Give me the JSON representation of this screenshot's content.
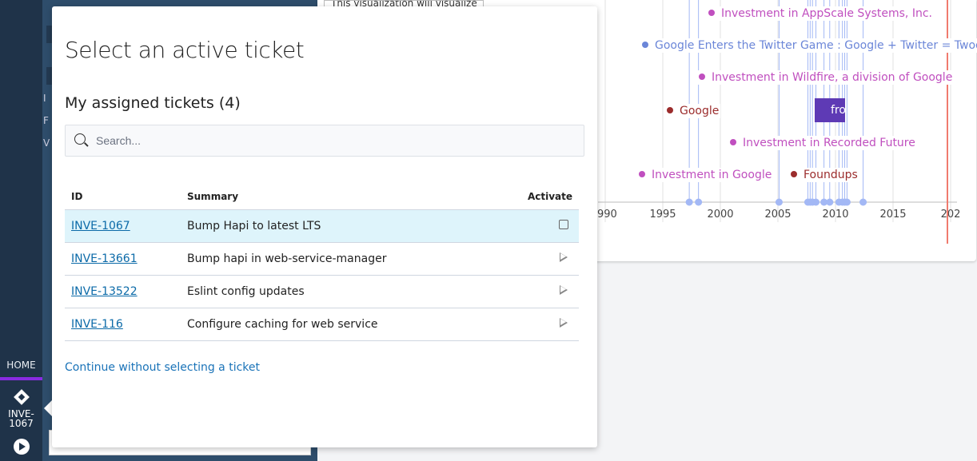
{
  "sidebar": {
    "home_label": "HOME",
    "active_ticket_line1": "INVE-",
    "active_ticket_line2": "1067"
  },
  "panel": {
    "snippet": "This visualization will visualize",
    "letters": [
      "I",
      "F",
      "V"
    ]
  },
  "timeline": {
    "axis_ticks": [
      "990",
      "1995",
      "2000",
      "2005",
      "2010",
      "2015",
      "202"
    ],
    "events": [
      {
        "label": "Investment in AppScale Systems, Inc.",
        "color": "#c04fbf"
      },
      {
        "label": "Google Enters the Twitter Game : Google + Twitter = Twoog",
        "color": "#6b86d8"
      },
      {
        "label": "Investment in Wildfire, a division of Google",
        "color": "#c04fbf"
      },
      {
        "label": "Google",
        "color": "#9b2c2c"
      },
      {
        "label": "Investment in Recorded Future",
        "color": "#c04fbf"
      },
      {
        "label": "Investment in Google",
        "color": "#c04fbf"
      },
      {
        "label": "Foundups",
        "color": "#9b2c2c"
      }
    ],
    "range_label": "fro",
    "range_color": "#5e3ab5",
    "now_line_color": "#f07b6e",
    "event_line_color": "#a3b8f5"
  },
  "modal": {
    "title": "Select an active ticket",
    "subtitle": "My assigned tickets (4)",
    "search_placeholder": "Search...",
    "columns": {
      "id": "ID",
      "summary": "Summary",
      "activate": "Activate"
    },
    "rows": [
      {
        "id": "INVE-1067",
        "summary": "Bump Hapi to latest LTS",
        "active": true
      },
      {
        "id": "INVE-13661",
        "summary": "Bump hapi in web-service-manager",
        "active": false
      },
      {
        "id": "INVE-13522",
        "summary": "Eslint config updates",
        "active": false
      },
      {
        "id": "INVE-116",
        "summary": "Configure caching for web service",
        "active": false
      }
    ],
    "continue_label": "Continue without selecting a ticket"
  }
}
